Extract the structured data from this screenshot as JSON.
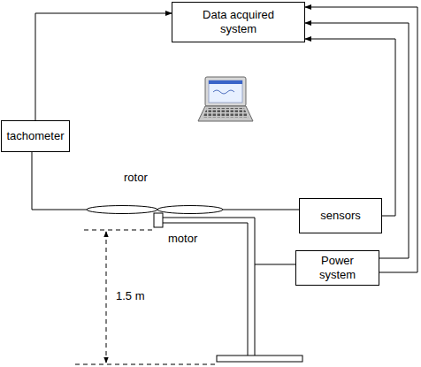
{
  "diagram": {
    "nodes": [
      {
        "text": [
          "Data acquired system"
        ]
      },
      {
        "text": [
          "tachometer"
        ]
      },
      {
        "text": [
          "sensors"
        ]
      },
      {
        "text": [
          "Power system"
        ]
      }
    ],
    "edges": [
      {
        "from": 1,
        "to": 0,
        "arrow": "to"
      },
      {
        "from": 2,
        "to": 0,
        "arrow": "to"
      },
      {
        "from": 3,
        "to": 0,
        "arrow": "to"
      },
      {
        "from": 3,
        "to": 0,
        "arrow": "to"
      }
    ],
    "labels": [
      "rotor",
      "motor",
      "1.5 m"
    ]
  }
}
